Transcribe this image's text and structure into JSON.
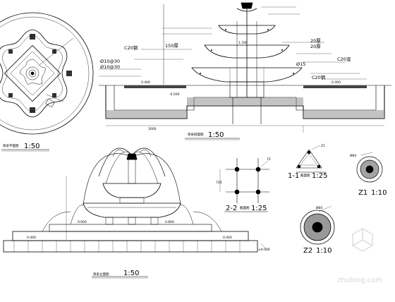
{
  "views": {
    "plan": {
      "label": "喷泉平面图",
      "scale": "1:50"
    },
    "section": {
      "label": "喷泉剖面图",
      "scale": "1:50"
    },
    "elevation": {
      "label": "喷泉立面图",
      "scale": "1:50"
    },
    "section_1_1": {
      "label": "1-1",
      "sub": "截面图",
      "scale": "1:25"
    },
    "section_2_2": {
      "label": "2-2",
      "sub": "截面图",
      "scale": "1:25"
    },
    "detail_z1": {
      "label": "Z1",
      "scale": "1:10",
      "dia": "Ø60"
    },
    "detail_z2": {
      "label": "Z2",
      "scale": "1:10",
      "dia": "Ø60"
    }
  },
  "section_notes": {
    "c20_left": "C20钢",
    "c20_right": "C20钢",
    "r210a": "Ø10@30",
    "r210b": "Ø10@30",
    "r150": "150厚",
    "r15": "Ø15",
    "r20a": "20厚",
    "r20b": "20厚",
    "c20_mix": "C20混"
  },
  "dims": {
    "d_0400_left": "0.400",
    "d_0400_right": "0.400",
    "d_0400_mid": "0.400",
    "d_0500": "-0.500",
    "d_1700": "1.700",
    "d_2600": "2600",
    "d_0600": "0.600",
    "d_0800": "0.800",
    "d_0400_e": "0.400",
    "d_0000": "±0.000",
    "d_720": "720",
    "d_72": "72",
    "d_z1": "Z1"
  },
  "watermark": "zhulong.com"
}
